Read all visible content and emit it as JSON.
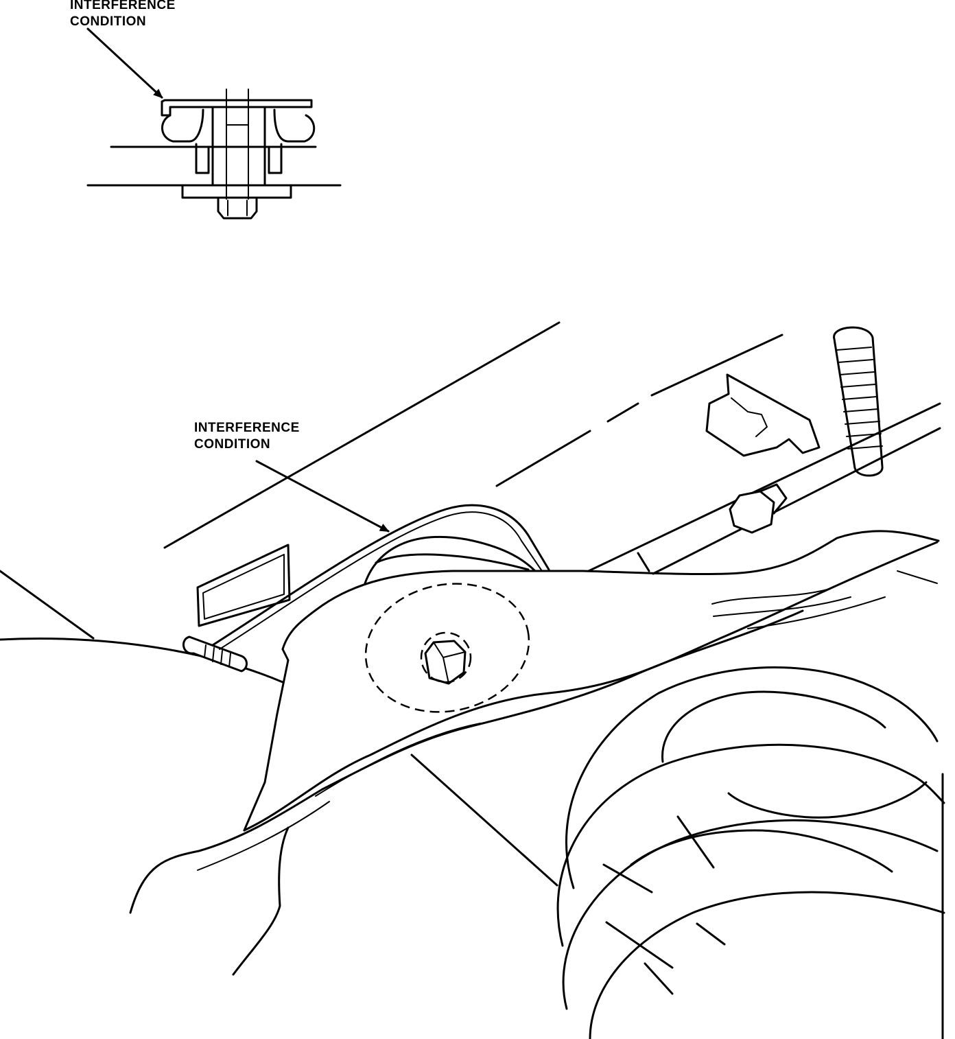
{
  "callouts": {
    "top_inset": {
      "line1": "INTERFERENCE",
      "line2": "CONDITION"
    },
    "main_view": {
      "line1": "INTERFERENCE",
      "line2": "CONDITION"
    }
  },
  "colors": {
    "ink": "#000000",
    "paper": "#ffffff"
  }
}
